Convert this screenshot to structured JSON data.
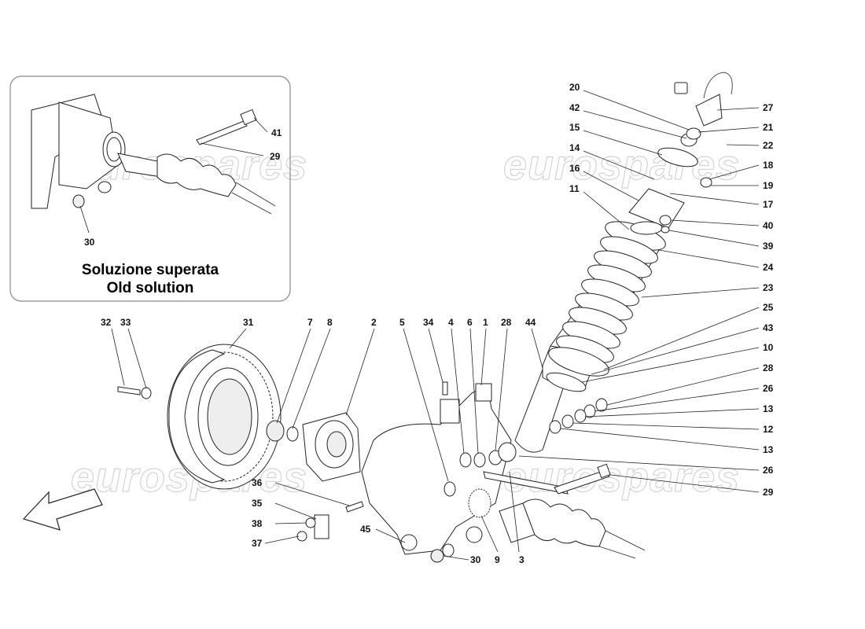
{
  "inset": {
    "caption_line1": "Soluzione superata",
    "caption_line2": "Old solution",
    "labels": [
      "41",
      "29",
      "30"
    ]
  },
  "watermark": "eurospares",
  "labels": {
    "left_top": [
      "32",
      "33",
      "31",
      "7",
      "8",
      "2",
      "5",
      "34",
      "4",
      "6",
      "1",
      "28",
      "44"
    ],
    "left_bottom": [
      "36",
      "35",
      "38",
      "37",
      "45",
      "30",
      "9",
      "3"
    ],
    "shock_left": [
      "20",
      "42",
      "15",
      "14",
      "16",
      "11"
    ],
    "right": [
      "27",
      "21",
      "22",
      "18",
      "19",
      "17",
      "40",
      "39",
      "24",
      "23",
      "25",
      "43",
      "10",
      "28",
      "26",
      "13",
      "12",
      "13",
      "26",
      "29"
    ]
  }
}
